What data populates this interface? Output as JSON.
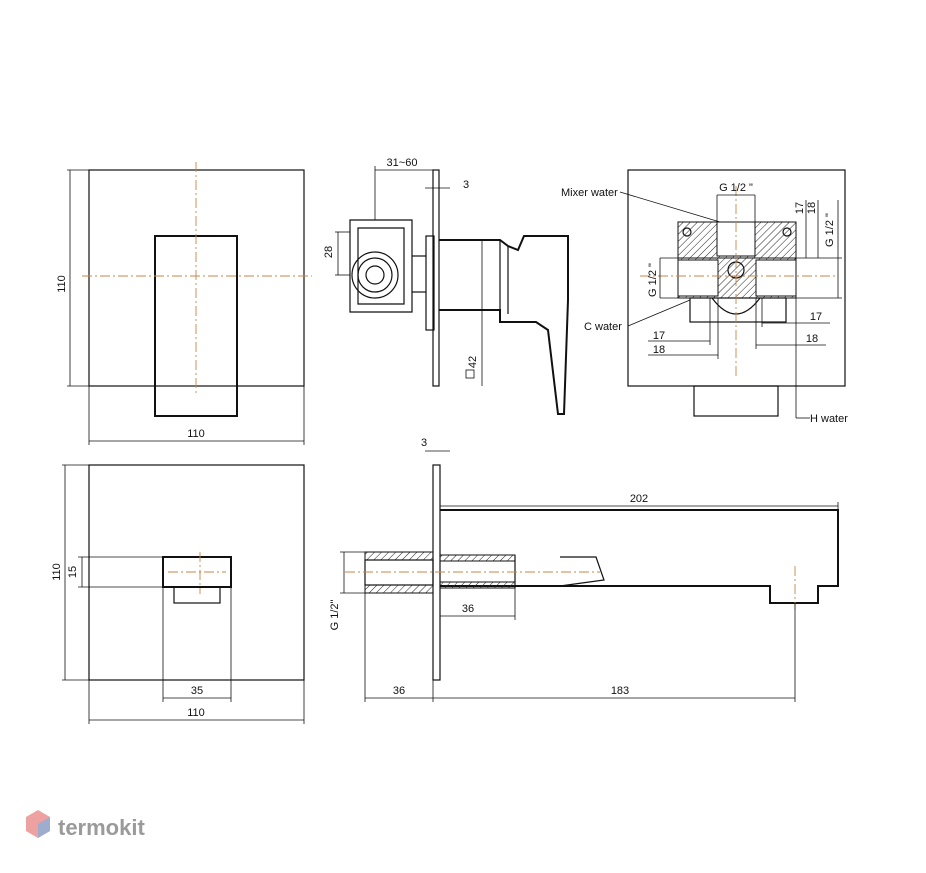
{
  "drawing": {
    "front_top": {
      "width_label": "110",
      "height_label": "110"
    },
    "side_top": {
      "dim_range": "31~60",
      "dim_plate": "3",
      "dim_28": "28",
      "dim_square": "42"
    },
    "rear": {
      "label_mixer": "Mixer water",
      "label_g_top": "G 1/2 \"",
      "label_g_left": "G 1/2 \"",
      "label_g_right": "G 1/2 \"",
      "label_c_water": "C water",
      "label_h_water": "H water",
      "dim_17a": "17",
      "dim_18a": "18",
      "dim_17b": "17",
      "dim_18b": "18",
      "dim_17c": "17",
      "dim_18c": "18"
    },
    "front_bottom": {
      "height_label": "110",
      "dim_15": "15",
      "dim_35": "35",
      "width_label": "110"
    },
    "side_bottom": {
      "dim_plate": "3",
      "dim_202": "202",
      "dim_36_inner": "36",
      "dim_36": "36",
      "dim_183": "183",
      "label_g": "G 1/2\""
    }
  },
  "brand": {
    "name": "termokit"
  }
}
